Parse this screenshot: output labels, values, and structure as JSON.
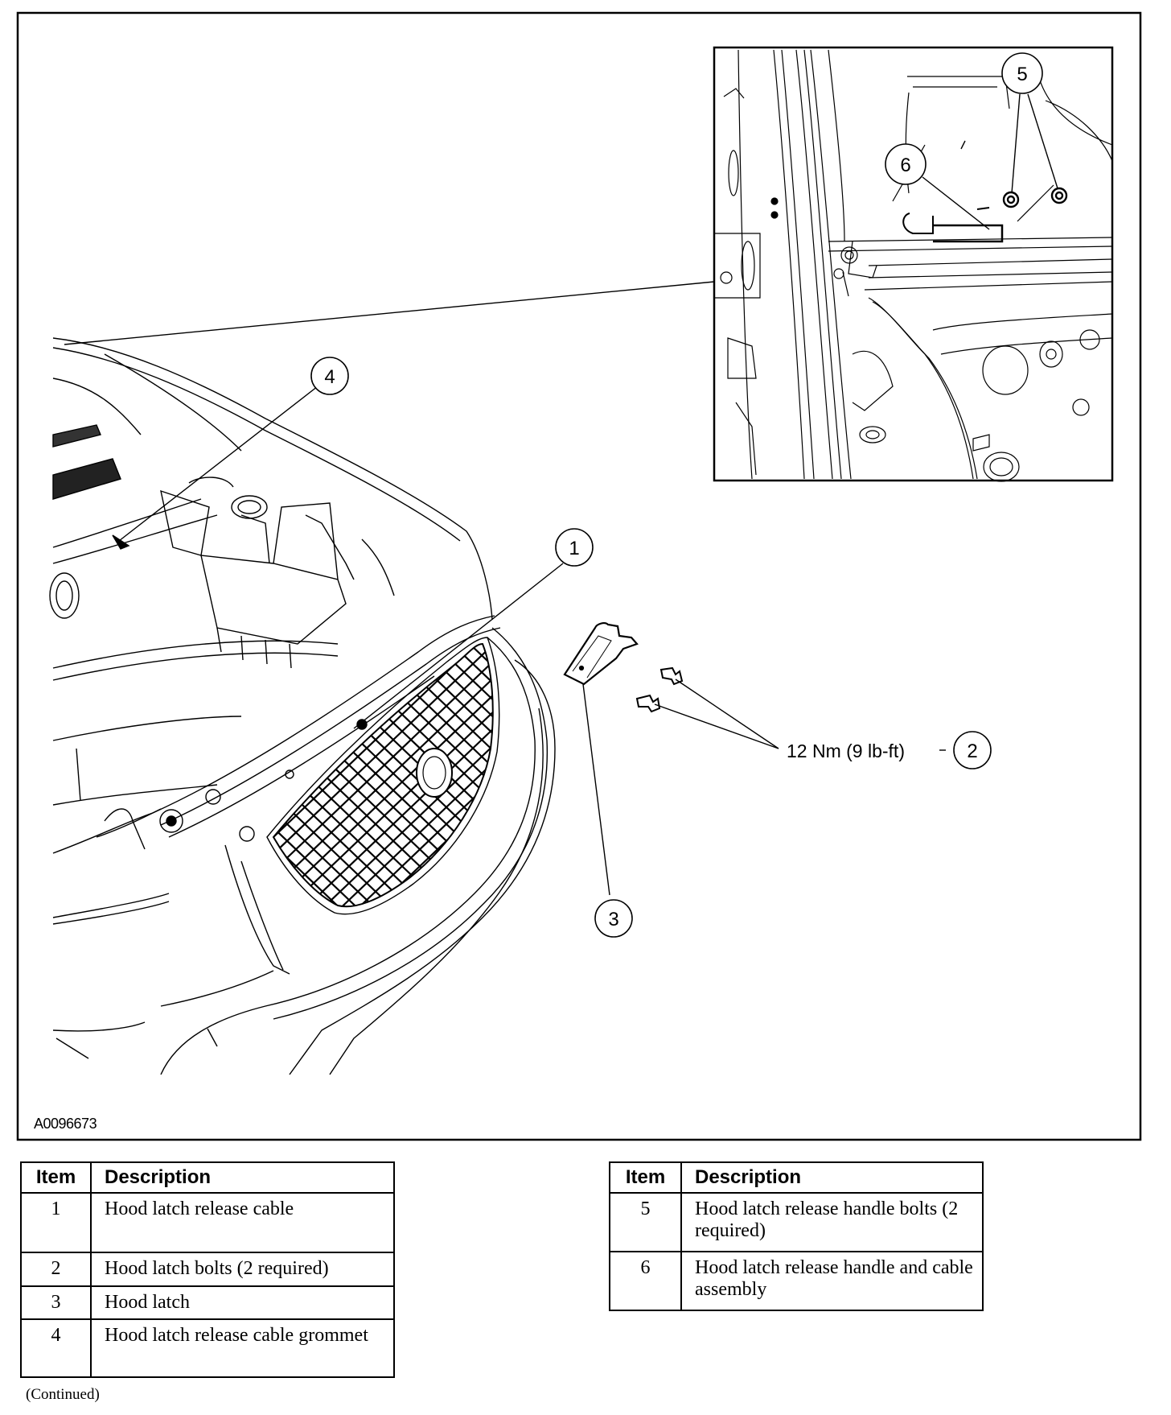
{
  "figure": {
    "id": "A0096673",
    "callouts": [
      {
        "n": "1",
        "target": "hood-latch-release-cable"
      },
      {
        "n": "2",
        "target": "hood-latch-bolts"
      },
      {
        "n": "3",
        "target": "hood-latch"
      },
      {
        "n": "4",
        "target": "hood-latch-release-cable-grommet"
      },
      {
        "n": "5",
        "target": "hood-latch-release-handle-bolts"
      },
      {
        "n": "6",
        "target": "hood-latch-release-handle-and-cable-assembly"
      }
    ],
    "torque_spec": "12 Nm (9 lb-ft)"
  },
  "legend_left": {
    "headers": {
      "item": "Item",
      "description": "Description"
    },
    "rows": [
      {
        "item": "1",
        "description": "Hood latch release cable"
      },
      {
        "item": "2",
        "description": "Hood latch bolts (2 required)"
      },
      {
        "item": "3",
        "description": "Hood latch"
      },
      {
        "item": "4",
        "description": "Hood latch release cable grommet"
      }
    ]
  },
  "legend_right": {
    "headers": {
      "item": "Item",
      "description": "Description"
    },
    "rows": [
      {
        "item": "5",
        "description": "Hood latch release handle bolts (2 required)"
      },
      {
        "item": "6",
        "description": "Hood latch release handle and cable assembly"
      }
    ]
  },
  "footer_note": "(Continued)"
}
